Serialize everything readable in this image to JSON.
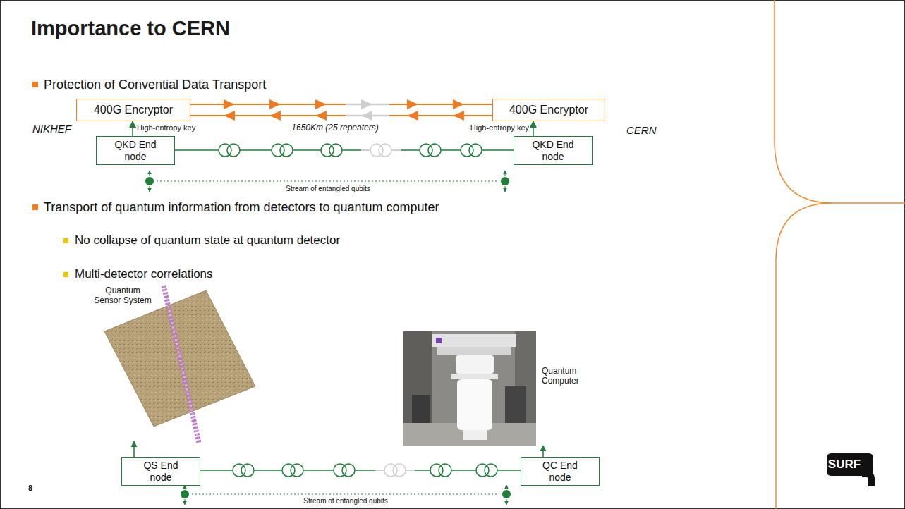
{
  "diagram": {
    "title": "Importance to CERN",
    "nodes": [
      {
        "text": [
          "400G Encryptor"
        ]
      },
      {
        "text": [
          "400G Encryptor"
        ]
      },
      {
        "text": [
          "QKD End node"
        ]
      },
      {
        "text": [
          "QKD End node"
        ]
      },
      {
        "text": [
          "QS End node"
        ]
      },
      {
        "text": [
          "QC End node"
        ]
      }
    ],
    "edges": [
      {
        "from": 0,
        "to": 1,
        "arrow": "to"
      },
      {
        "from": 1,
        "to": 0,
        "arrow": "to"
      },
      {
        "from": 2,
        "to": 0,
        "arrow": "to",
        "label": "High-entropy key"
      },
      {
        "from": 3,
        "to": 1,
        "arrow": "to",
        "label": "High-entropy key"
      },
      {
        "from": 2,
        "to": 3,
        "arrow": "none"
      },
      {
        "from": 4,
        "to": 5,
        "arrow": "none"
      }
    ],
    "labels": [
      "Protection of Convential Data Transport",
      "NIKHEF",
      "1650Km (25 repeaters)",
      "CERN",
      "Stream of entangled qubits",
      "Transport of quantum information from detectors to quantum computer",
      "No collapse of quantum state at quantum detector",
      "Multi-detector correlations",
      "Quantum Sensor System",
      "Quantum Computer",
      "Stream of entangled qubits",
      "8",
      "SURF"
    ]
  }
}
